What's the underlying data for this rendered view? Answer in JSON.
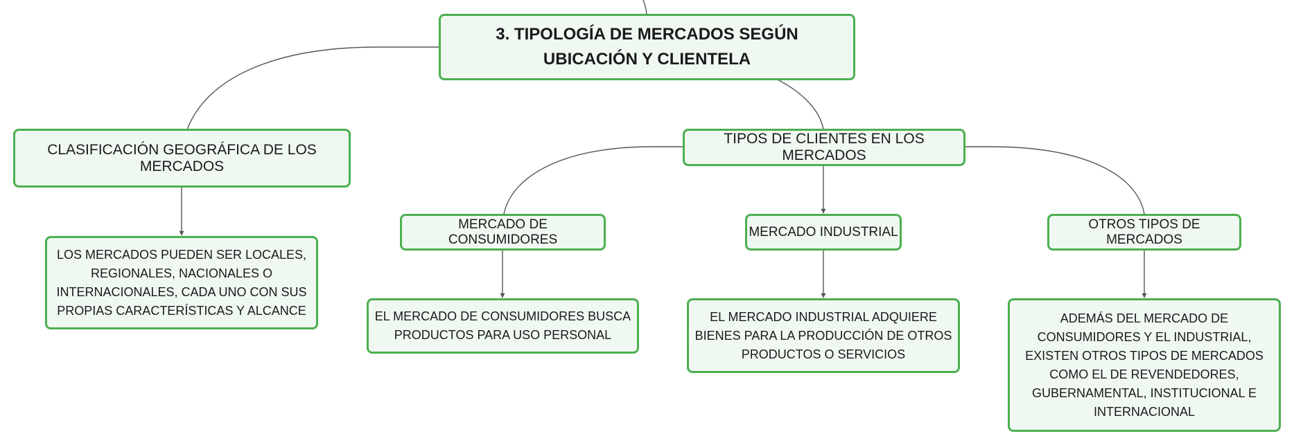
{
  "mindmap": {
    "root": {
      "title": "3. TIPOLOGÍA DE MERCADOS SEGÚN UBICACIÓN Y CLIENTELA"
    },
    "branches": [
      {
        "label": "CLASIFICACIÓN GEOGRÁFICA DE LOS MERCADOS",
        "children": [
          {
            "label": "LOS MERCADOS PUEDEN SER LOCALES, REGIONALES, NACIONALES O INTERNACIONALES, CADA UNO CON SUS PROPIAS CARACTERÍSTICAS Y ALCANCE"
          }
        ]
      },
      {
        "label": "TIPOS DE CLIENTES EN LOS MERCADOS",
        "children": [
          {
            "label": "MERCADO DE CONSUMIDORES",
            "detail": "EL MERCADO DE CONSUMIDORES BUSCA PRODUCTOS PARA USO PERSONAL"
          },
          {
            "label": "MERCADO INDUSTRIAL",
            "detail": "EL MERCADO INDUSTRIAL ADQUIERE BIENES PARA LA PRODUCCIÓN DE OTROS PRODUCTOS O SERVICIOS"
          },
          {
            "label": "OTROS TIPOS DE MERCADOS",
            "detail": "ADEMÁS DEL MERCADO DE CONSUMIDORES Y EL INDUSTRIAL, EXISTEN OTROS TIPOS DE MERCADOS COMO EL DE REVENDEDORES, GUBERNAMENTAL, INSTITUCIONAL E INTERNACIONAL"
          }
        ]
      }
    ]
  },
  "colors": {
    "node_border": "#4caf50",
    "node_fill": "#f0f8f2",
    "connector": "#555555",
    "text": "#1a1a1a"
  }
}
